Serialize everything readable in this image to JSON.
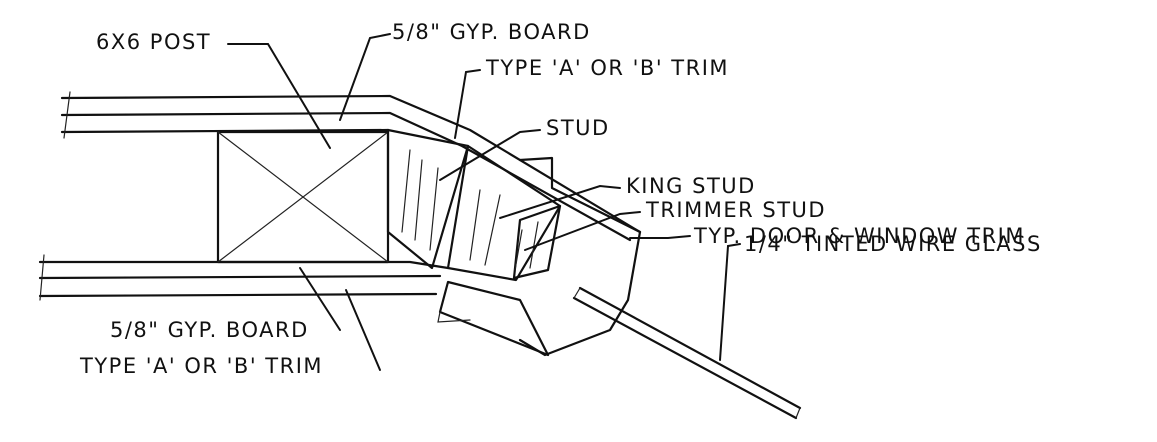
{
  "labels": {
    "post": "6X6 POST",
    "gyp_top": "5/8\" GYP. BOARD",
    "trim_top": "TYPE 'A' OR 'B' TRIM",
    "stud": "STUD",
    "king_stud": "KING STUD",
    "trimmer_stud": "TRIMMER STUD",
    "door_window_trim": "TYP. DOOR & WINDOW TRIM",
    "gyp_bottom": "5/8\" GYP. BOARD",
    "trim_bottom": "TYPE 'A' OR 'B' TRIM",
    "glass": "1/4\" TINTED WIRE GLASS"
  }
}
